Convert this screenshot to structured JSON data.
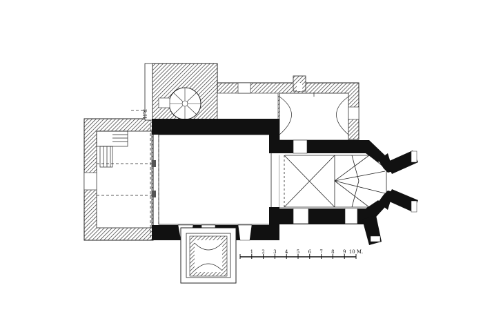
{
  "diagram": {
    "type": "architectural floor plan",
    "annotation": "R.H.",
    "scale_bar": {
      "ticks": [
        "1",
        "2",
        "3",
        "4",
        "5",
        "6",
        "7",
        "8",
        "9",
        "10 M."
      ],
      "unit": "m",
      "length": 10
    },
    "colors": {
      "wall_solid": "#111111",
      "hatch": "#333333",
      "background": "#ffffff"
    }
  }
}
